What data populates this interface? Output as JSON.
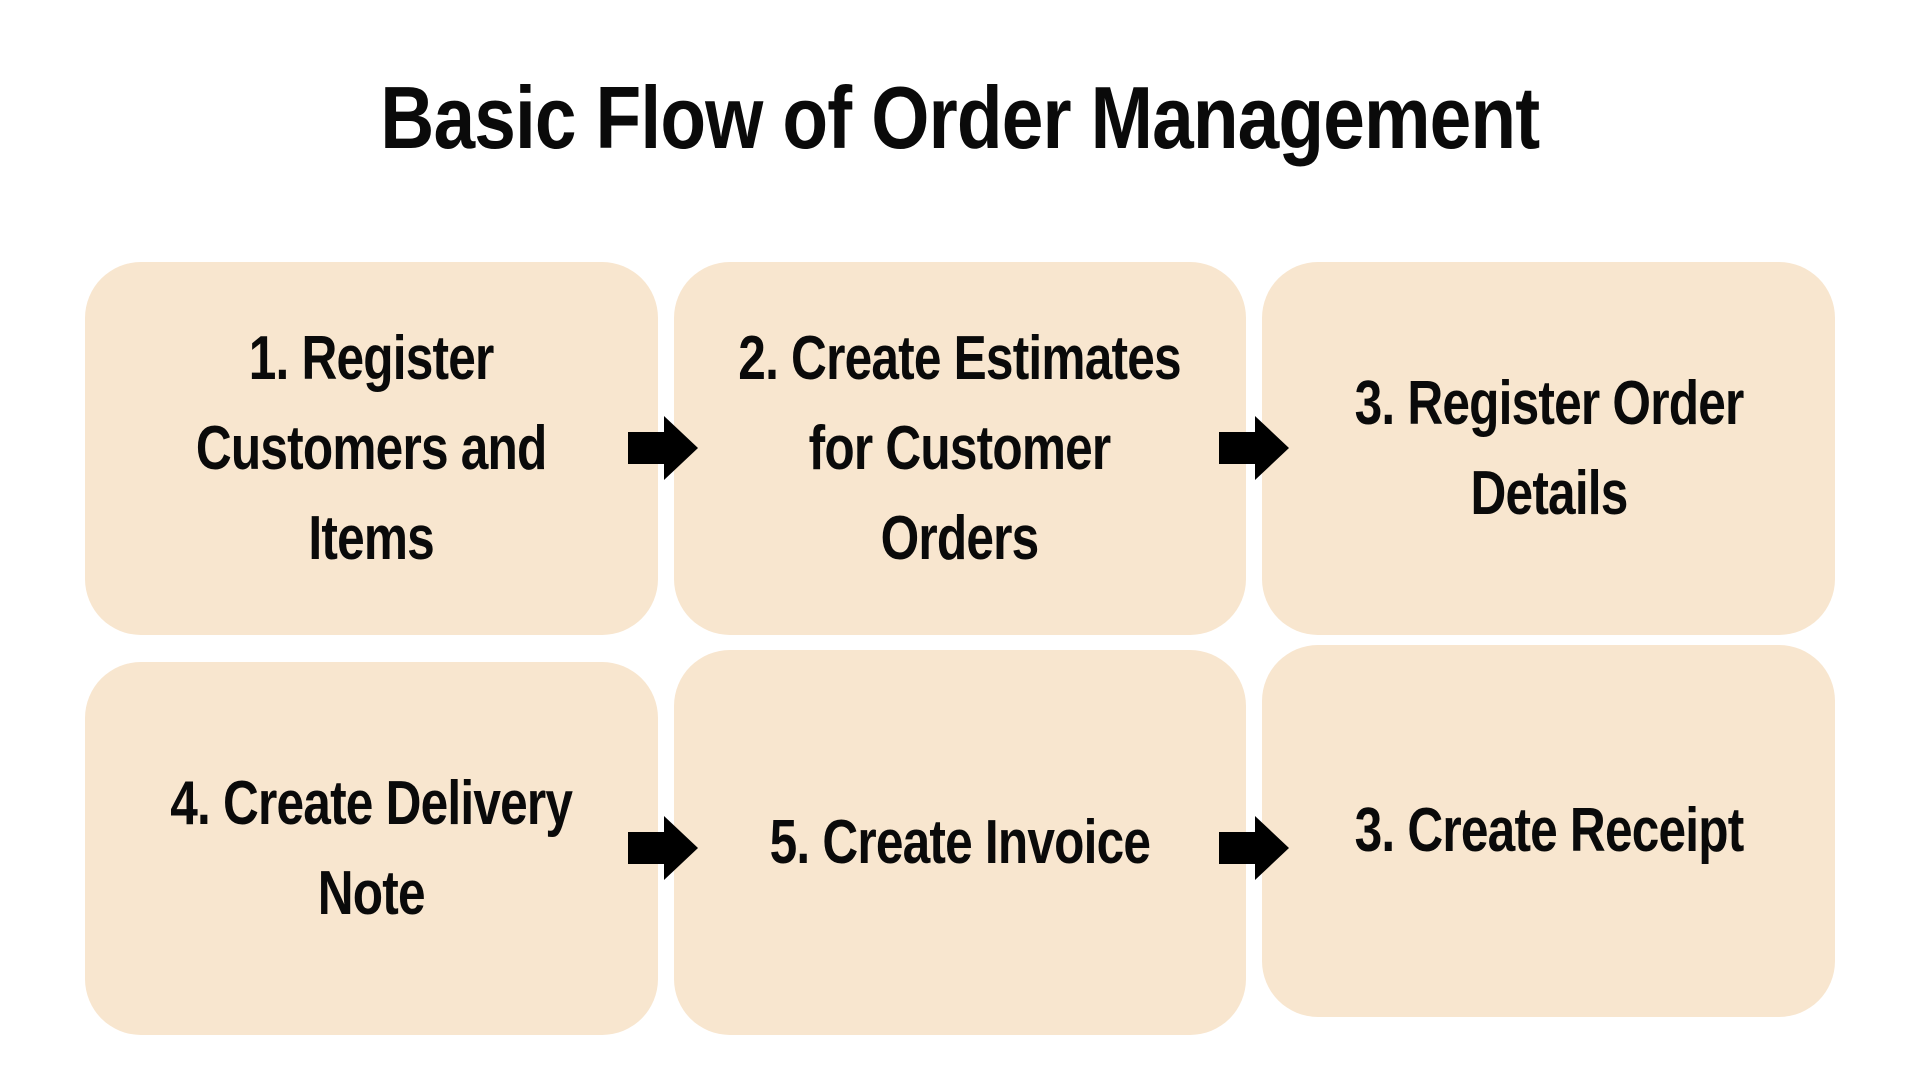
{
  "title": "Basic Flow of Order Management",
  "colors": {
    "background": "#FFFFFF",
    "box_fill": "#F8E6CF",
    "arrow": "#000000",
    "text": "#0A0A0A"
  },
  "steps": [
    {
      "name": "register-customers-and-items",
      "lines": [
        "1. Register",
        "Customers and",
        "Items"
      ]
    },
    {
      "name": "create-estimates-for-customer-orders",
      "lines": [
        "2. Create Estimates",
        "for Customer",
        "Orders"
      ]
    },
    {
      "name": "register-order-details",
      "lines": [
        "3. Register Order",
        "Details"
      ]
    },
    {
      "name": "create-delivery-note",
      "lines": [
        "4. Create Delivery",
        "Note"
      ]
    },
    {
      "name": "create-invoice",
      "lines": [
        "5. Create Invoice"
      ]
    },
    {
      "name": "create-receipt",
      "lines": [
        "3. Create Receipt"
      ]
    }
  ],
  "arrows": [
    {
      "icon": "right-block-arrow"
    },
    {
      "icon": "right-block-arrow"
    },
    {
      "icon": "right-block-arrow"
    },
    {
      "icon": "right-block-arrow"
    }
  ]
}
